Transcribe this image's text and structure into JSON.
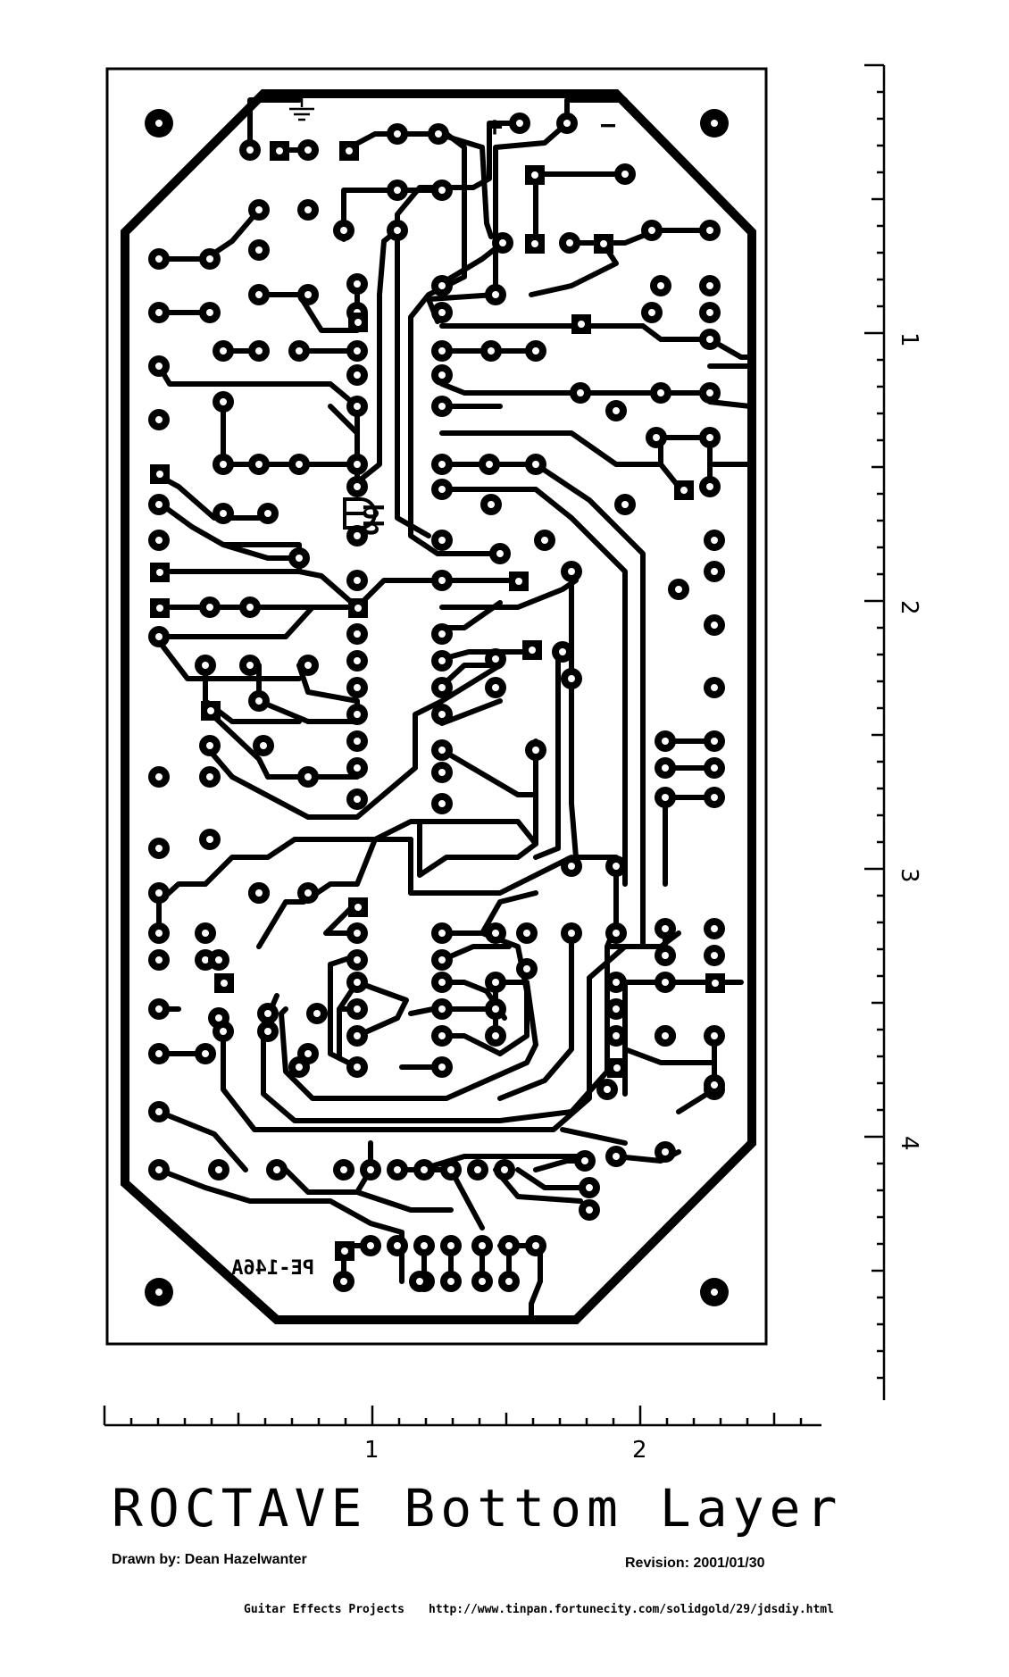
{
  "document": {
    "title": "ROCTAVE Bottom Layer",
    "drawn_by": "Drawn by: Dean Hazelwanter",
    "revision": "Revision:  2001/01/30",
    "footer_left": "Guitar Effects Projects",
    "footer_url": "http://www.tinpan.fortunecity.com/solidgold/29/jdsdiy.html"
  },
  "board": {
    "part_number": "PE-146A",
    "power_plus": "+",
    "power_minus": "−",
    "logo_text": "dd"
  },
  "rulers": {
    "horizontal_labels": [
      "1",
      "2"
    ],
    "vertical_labels": [
      "1",
      "2",
      "3",
      "4"
    ]
  }
}
